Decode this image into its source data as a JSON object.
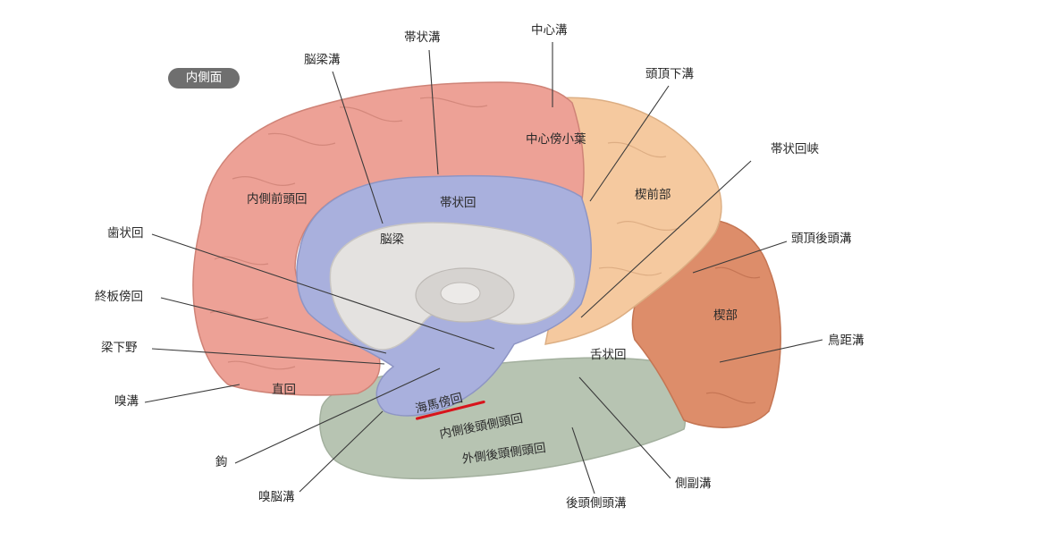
{
  "view_badge": "内側面",
  "labels": {
    "central_sulcus": "中心溝",
    "cingulate_sulcus": "帯状溝",
    "callosal_sulcus": "脳梁溝",
    "subparietal_sulcus": "頭頂下溝",
    "paracentral_lobule": "中心傍小葉",
    "isthmus_cingulate": "帯状回峡",
    "medial_frontal_gyrus": "内側前頭回",
    "cingulate_gyrus": "帯状回",
    "precuneus": "楔前部",
    "corpus_callosum": "脳梁",
    "dentate_gyrus": "歯状回",
    "parieto_occipital_sulcus": "頭頂後頭溝",
    "paraterminal_gyrus": "終板傍回",
    "cuneus": "楔部",
    "subcallosal_area": "梁下野",
    "lingual_gyrus": "舌状回",
    "calcarine_sulcus": "鳥距溝",
    "olfactory_sulcus": "嗅溝",
    "gyrus_rectus": "直回",
    "parahippocampal_gyrus": "海馬傍回",
    "medial_occipitotemporal_gyrus": "内側後頭側頭回",
    "lateral_occipitotemporal_gyrus": "外側後頭側頭回",
    "uncus": "鉤",
    "rhinal_sulcus": "嗅脳溝",
    "collateral_sulcus": "側副溝",
    "occipitotemporal_sulcus": "後頭側頭溝"
  },
  "colors": {
    "frontal_parietal": "#eda196",
    "limbic": "#a9b0dd",
    "precuneus": "#f5c99f",
    "occipital": "#dd8d6a",
    "temporal": "#b7c4b2",
    "callosum": "#e4e2e0",
    "highlight": "#d8141c"
  }
}
